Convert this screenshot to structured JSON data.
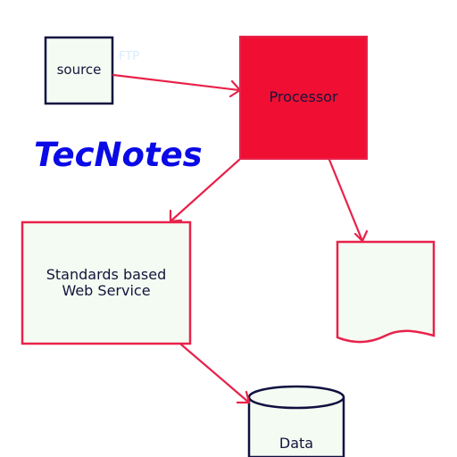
{
  "brand": {
    "text": "TecNotes"
  },
  "nodes": {
    "source": {
      "label": "source"
    },
    "processor": {
      "label": "Processor"
    },
    "web_service": {
      "label": "Standards based\nWeb Service"
    },
    "document": {
      "label": ""
    },
    "data_store": {
      "label": "Data"
    }
  },
  "edges": {
    "source_to_processor": {
      "label": "FTP"
    }
  },
  "colors": {
    "processor_fill": "#f00f32",
    "node_fill": "#f4fbf2",
    "node_border_pink": "#e8224a",
    "node_border_dark": "#101040",
    "arrow": "#e8224a",
    "brand": "#0a0ae6"
  }
}
